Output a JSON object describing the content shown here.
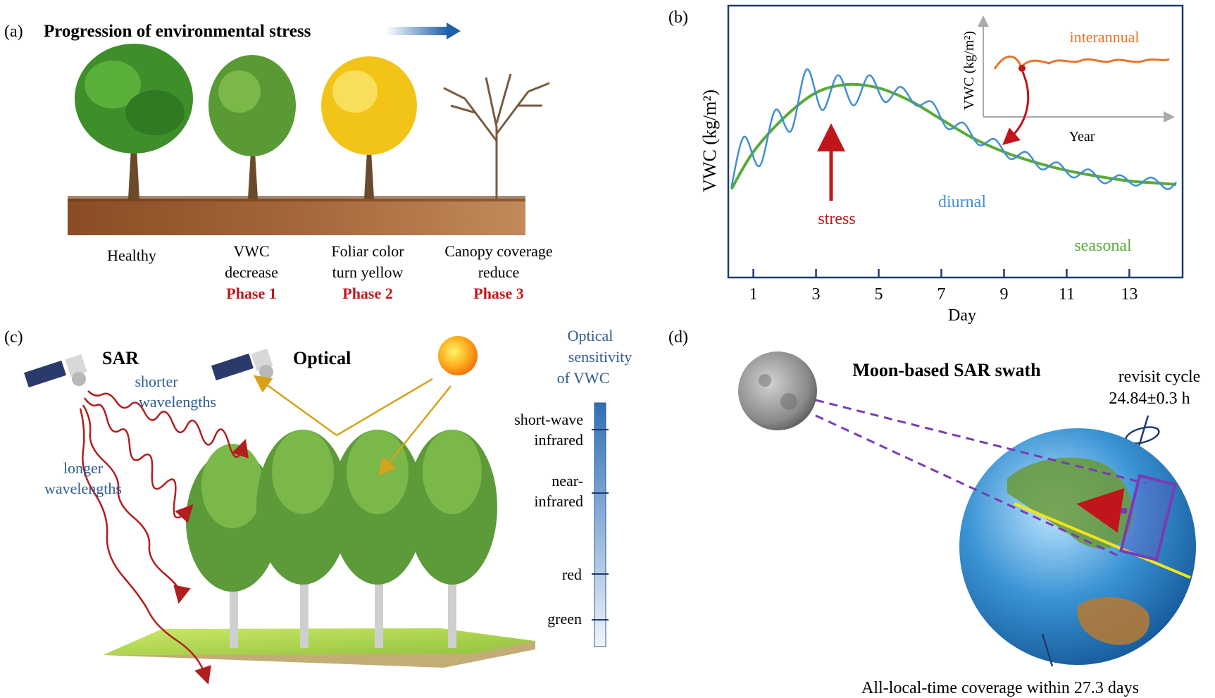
{
  "panel_a": {
    "label": "(a)",
    "title": "Progression of environmental stress",
    "trees": [
      {
        "name": "Healthy",
        "line1": "Healthy",
        "line2": "",
        "phase": ""
      },
      {
        "name": "VWC decrease",
        "line1": "VWC",
        "line2": "decrease",
        "phase": "Phase 1"
      },
      {
        "name": "Foliar color turn yellow",
        "line1": "Foliar color",
        "line2": "turn yellow",
        "phase": "Phase 2"
      },
      {
        "name": "Canopy coverage reduce",
        "line1": "Canopy coverage",
        "line2": "reduce",
        "phase": "Phase 3"
      }
    ],
    "colors": {
      "healthy": "#3e8e2a",
      "phase1": "#5a9a35",
      "phase2": "#f2c418",
      "phase_text": "#c0161b",
      "soil": "#9a5a2c"
    }
  },
  "panel_b": {
    "label": "(b)",
    "ylabel": "VWC (kg/m²)",
    "xlabel": "Day",
    "xticks": [
      "1",
      "3",
      "5",
      "7",
      "9",
      "11",
      "13"
    ],
    "annotations": {
      "stress": "stress",
      "diurnal": "diurnal",
      "seasonal": "seasonal"
    },
    "inset": {
      "ylabel": "VWC (kg/m²)",
      "xlabel": "Year",
      "series_label": "interannual"
    },
    "colors": {
      "diurnal": "#3f8fd0",
      "seasonal": "#5aaa3a",
      "stress": "#c0161b",
      "interannual": "#e8742a",
      "frame": "#1f3a6e"
    }
  },
  "chart_data": {
    "type": "line",
    "title": "",
    "xlabel": "Day",
    "ylabel": "VWC (kg/m²)",
    "xlim": [
      0.2,
      14.7
    ],
    "xticks": [
      1,
      3,
      5,
      7,
      9,
      11,
      13
    ],
    "grid": false,
    "series": [
      {
        "name": "seasonal",
        "x": [
          0.3,
          1,
          2,
          3,
          4,
          5,
          6,
          7,
          8,
          9,
          10,
          11,
          12,
          13,
          14,
          14.5
        ],
        "values": [
          0.1,
          0.42,
          0.72,
          0.93,
          1.0,
          0.97,
          0.86,
          0.7,
          0.54,
          0.42,
          0.33,
          0.26,
          0.21,
          0.17,
          0.15,
          0.14
        ]
      },
      {
        "name": "diurnal",
        "x": [
          0.3,
          0.7,
          1.2,
          1.7,
          2.2,
          2.7,
          3.2,
          3.7,
          4.2,
          4.7,
          5.2,
          5.7,
          6.2,
          6.7,
          7.2,
          7.7,
          8.2,
          8.7,
          9.2,
          9.7,
          10.2,
          10.7,
          11.2,
          11.7,
          12.2,
          12.7,
          13.2,
          13.7,
          14.2,
          14.5
        ],
        "values": [
          0.12,
          0.55,
          0.3,
          0.78,
          0.6,
          1.13,
          0.78,
          1.08,
          0.82,
          1.08,
          0.85,
          0.98,
          0.82,
          0.85,
          0.62,
          0.67,
          0.48,
          0.53,
          0.36,
          0.42,
          0.27,
          0.33,
          0.2,
          0.27,
          0.15,
          0.22,
          0.13,
          0.2,
          0.1,
          0.16
        ]
      }
    ],
    "annotations": [
      "stress",
      "diurnal",
      "seasonal"
    ]
  },
  "panel_c": {
    "label": "(c)",
    "sar_label": "SAR",
    "optical_label": "Optical",
    "shorter": [
      "shorter",
      "wavelengths"
    ],
    "longer": [
      "longer",
      "wavelengths"
    ],
    "sensitivity_title": [
      "Optical",
      "sensitivity",
      "of VWC"
    ],
    "bands": [
      [
        "short-wave",
        "infrared"
      ],
      [
        "near-",
        "infrared"
      ],
      [
        "red"
      ],
      [
        "green"
      ]
    ],
    "colors": {
      "sar_wave": "#b01e1e",
      "optical_ray": "#d6a21a",
      "sun": "#ff9a1a",
      "bar_top": "#2f6fb5",
      "label_blue": "#2f5c8f"
    }
  },
  "panel_d": {
    "label": "(d)",
    "swath_title": "Moon-based SAR swath",
    "revisit": [
      "revisit cycle",
      "24.84±0.3 h"
    ],
    "coverage": "All-local-time coverage within 27.3 days",
    "colors": {
      "swath": "#7a3ab5",
      "equator": "#f2e41a",
      "ocean": "#3a93d4"
    }
  }
}
